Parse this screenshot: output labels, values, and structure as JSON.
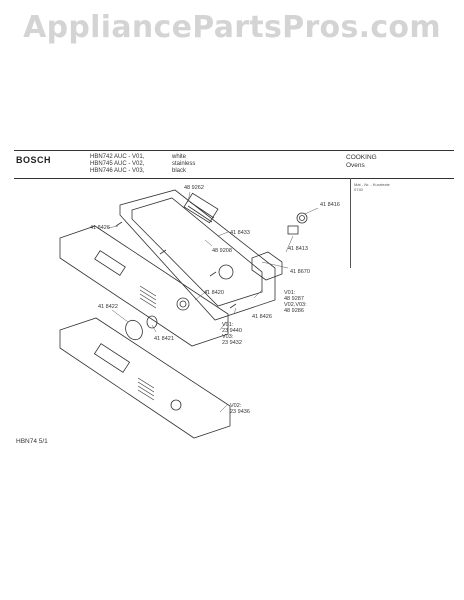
{
  "watermark": "AppliancePartsPros.com",
  "header": {
    "brand": "BOSCH",
    "models": [
      {
        "model": "HBN742 AUC - V01,",
        "finish": "white"
      },
      {
        "model": "HBN745 AUC - V02,",
        "finish": "stainless"
      },
      {
        "model": "HBN746 AUC - V03,",
        "finish": "black"
      }
    ],
    "category": "COOKING",
    "subcategory": "Ovens",
    "note_line1": "Mat - Nr. - Kurztexte",
    "note_line2": "0740"
  },
  "parts": {
    "p1": "48 9262",
    "p2": "41 8426",
    "p3": "41 8416",
    "p4": "41 8433",
    "p5": "48 9208",
    "p6": "41 8413",
    "p7": "41 8670",
    "p8": "41 8420",
    "p9": "V01:",
    "p10": "48 9287",
    "p11": "V02,V03:",
    "p12": "48 9286",
    "p13": "41 8426",
    "p14": "41 8422",
    "p15": "41 8421",
    "p16": "V01:",
    "p17": "23 9440",
    "p18": "V03:",
    "p19": "23 9432",
    "p20": "V02:",
    "p21": "23 9436"
  },
  "footer": "HBN74  5/1"
}
